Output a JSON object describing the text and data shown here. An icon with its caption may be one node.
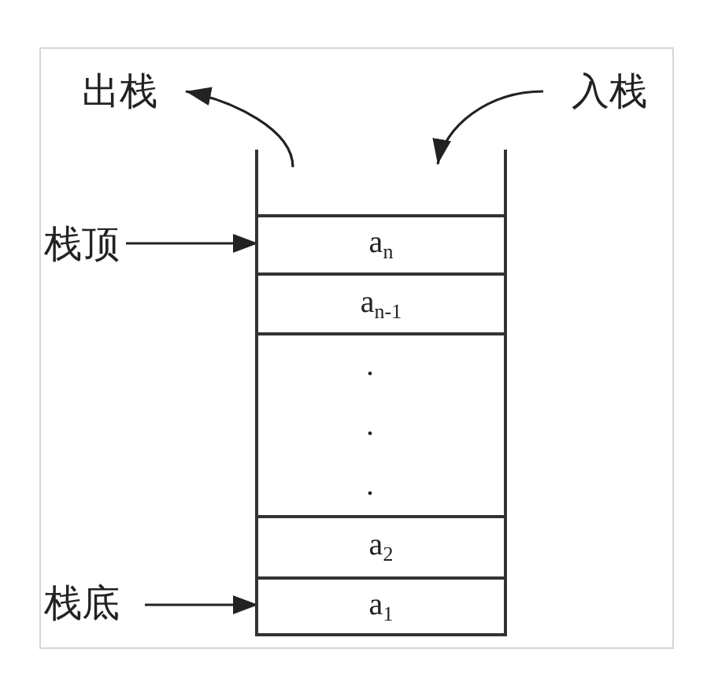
{
  "diagram": {
    "nodes": [
      {
        "text": [
          "出栈"
        ]
      },
      {
        "text": [
          "入栈"
        ]
      },
      {
        "text": [],
        "shape": "box"
      },
      {
        "text": [
          "栈顶"
        ]
      },
      {
        "text": [
          "a$_{n}$"
        ],
        "in": 2
      },
      {
        "text": [
          "a$_{n-1}$"
        ],
        "in": 2
      },
      {
        "text": [
          ". . ."
        ],
        "in": 2
      },
      {
        "text": [
          "a$_{2}$"
        ],
        "in": 2
      },
      {
        "text": [
          "栈底"
        ]
      },
      {
        "text": [
          "a$_{1}$"
        ],
        "in": 2
      }
    ],
    "edges": [
      {
        "from": 2,
        "to": 0,
        "arrow": "to"
      },
      {
        "from": 1,
        "to": 2,
        "arrow": "to"
      },
      {
        "from": 3,
        "to": 4,
        "arrow": "to"
      },
      {
        "from": 8,
        "to": 9,
        "arrow": "to"
      }
    ]
  }
}
